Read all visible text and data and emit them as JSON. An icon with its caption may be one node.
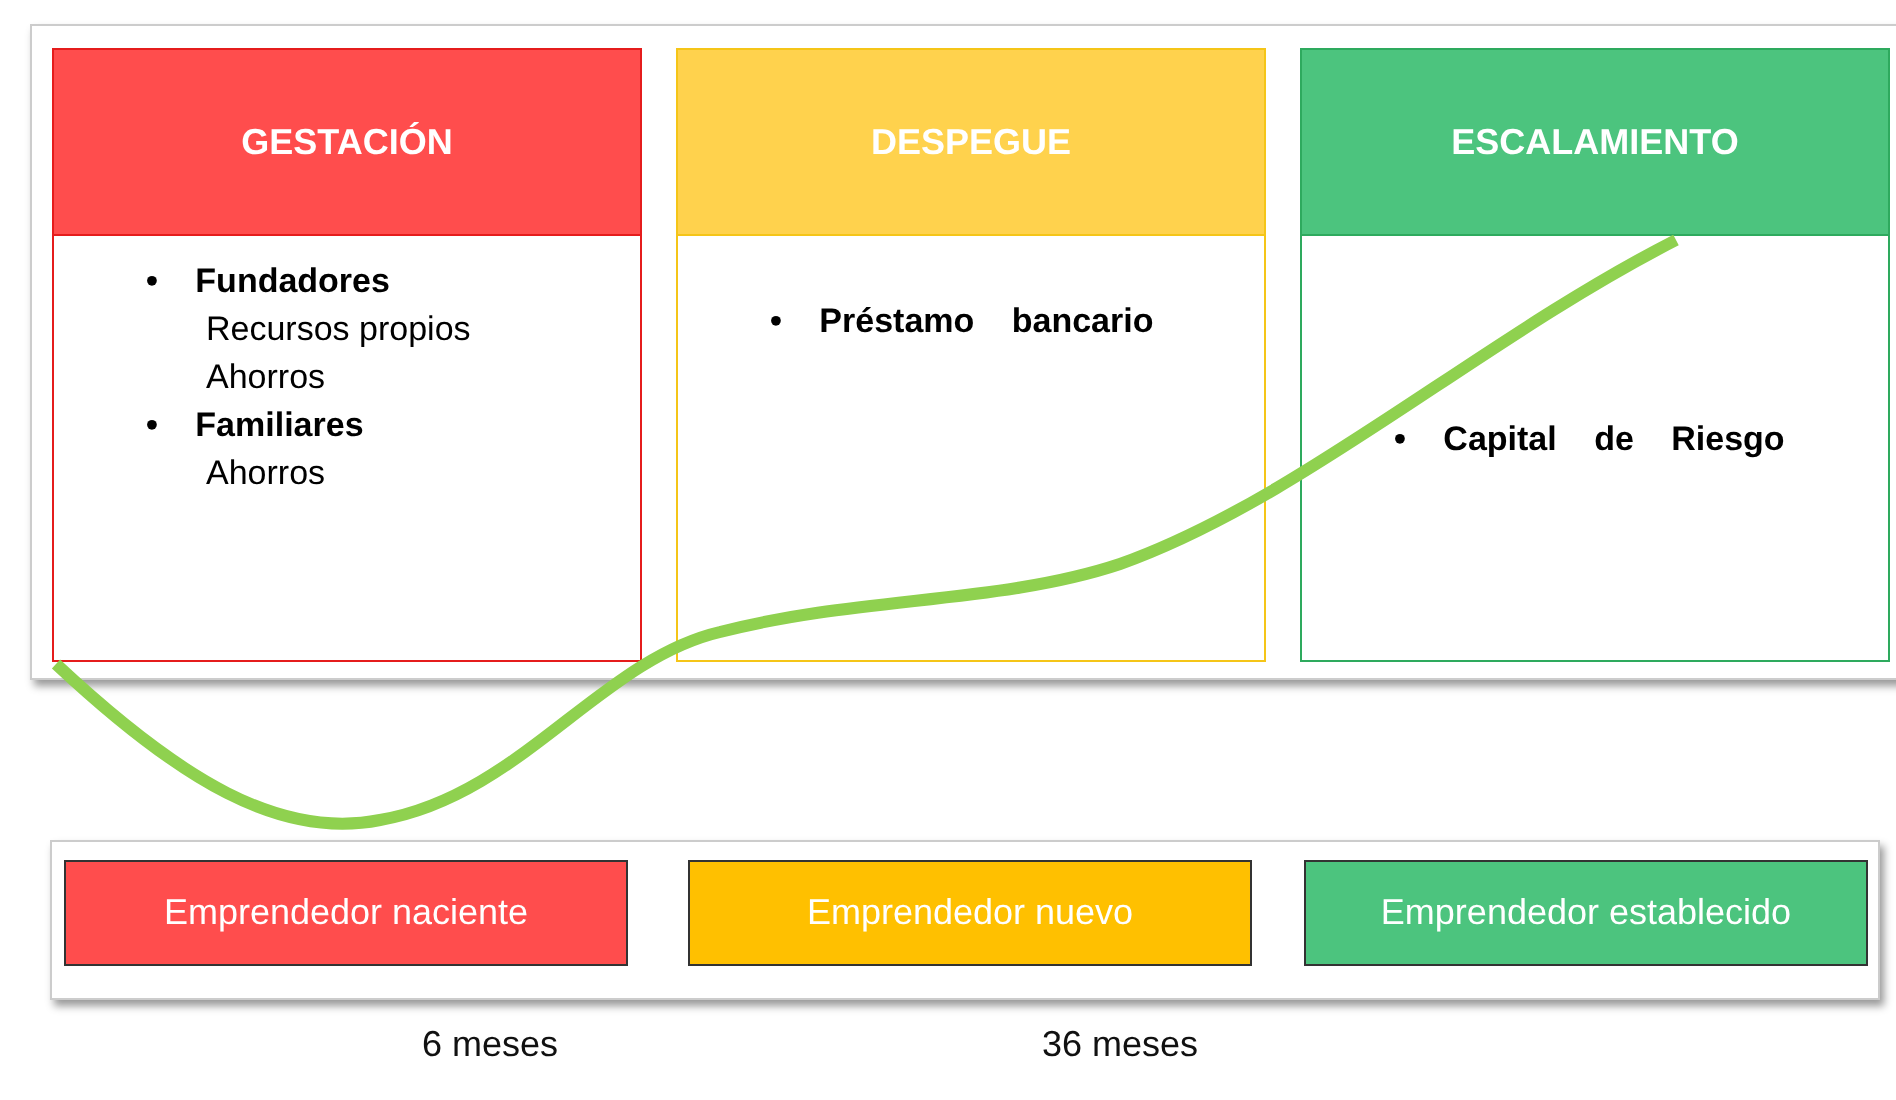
{
  "diagram": {
    "nodes": [
      {
        "text": [
          "GESTACIÓN",
          "• Fundadores",
          "Recursos propios",
          "Ahorros",
          "• Familiares",
          "Ahorros"
        ]
      },
      {
        "text": [
          "DESPEGUE",
          "• Préstamo bancario"
        ]
      },
      {
        "text": [
          "ESCALAMIENTO",
          "• Capital de Riesgo"
        ]
      },
      {
        "text": [
          "Emprendedor naciente"
        ]
      },
      {
        "text": [
          "Emprendedor nuevo"
        ]
      },
      {
        "text": [
          "Emprendedor establecido"
        ]
      }
    ],
    "edges": [],
    "labels": [
      "6 meses",
      "36 meses"
    ]
  }
}
